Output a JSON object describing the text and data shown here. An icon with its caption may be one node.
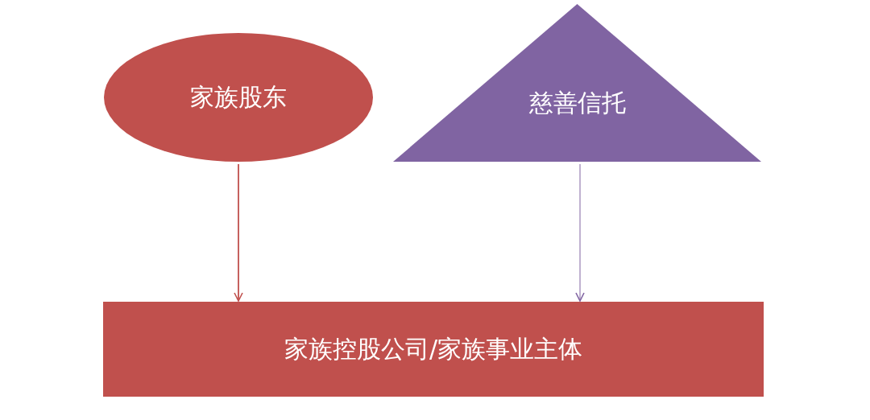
{
  "diagram": {
    "nodes": [
      {
        "text": [
          "家族股东"
        ]
      },
      {
        "text": [
          "慈善信托"
        ]
      },
      {
        "text": [
          "家族控股公司/家族事业主体"
        ]
      }
    ],
    "edges": [
      {
        "from": 0,
        "to": 2,
        "arrow": "to",
        "color": "#c0504d"
      },
      {
        "from": 1,
        "to": 2,
        "arrow": "to",
        "color": "#8064a2"
      }
    ]
  }
}
